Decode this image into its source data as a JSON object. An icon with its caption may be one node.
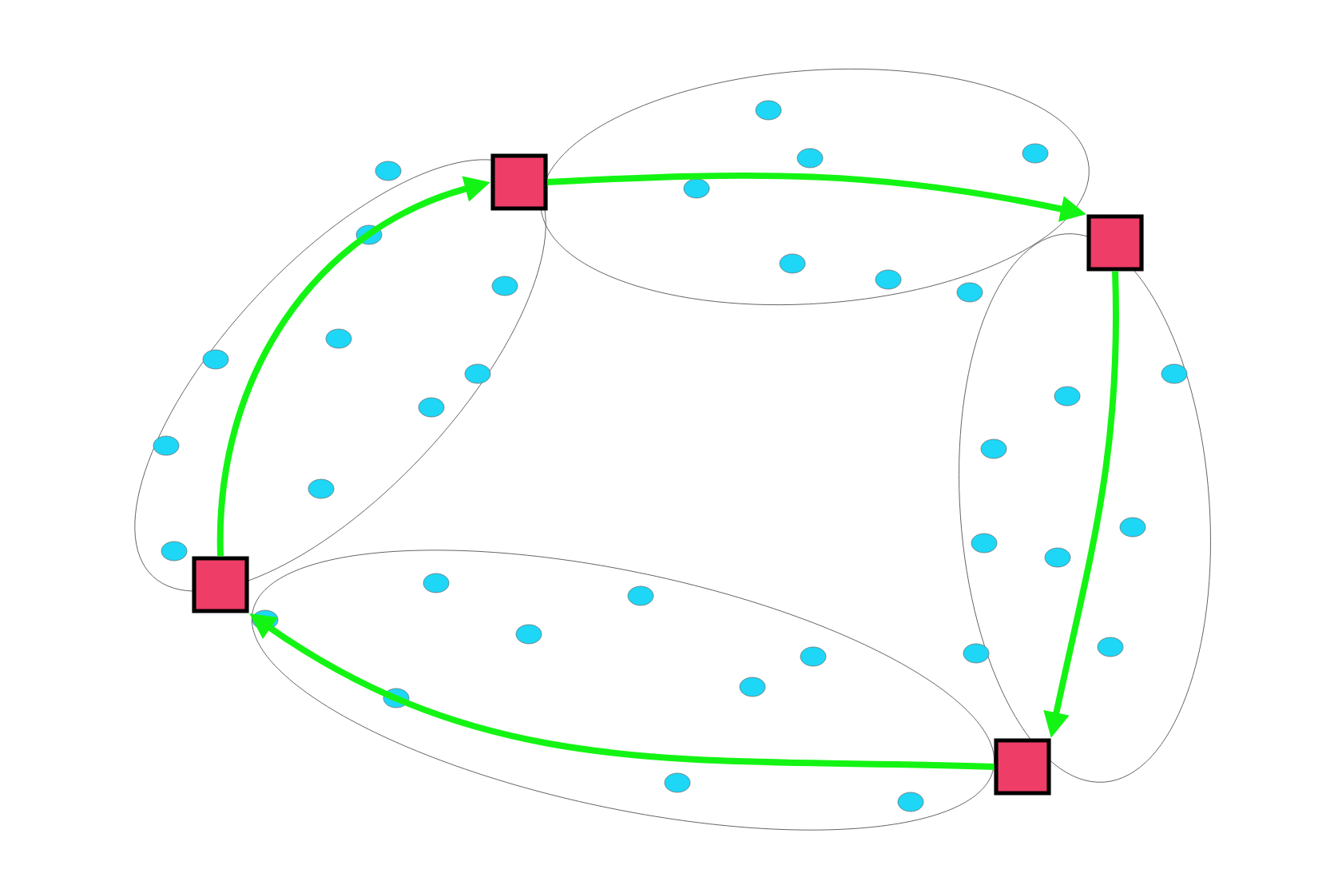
{
  "diagram": {
    "nodes": [
      {
        "text": [],
        "shape": "box"
      },
      {
        "text": [],
        "shape": "box"
      },
      {
        "text": [],
        "shape": "box"
      },
      {
        "text": [],
        "shape": "box"
      }
    ],
    "edges": [
      {
        "from": 1,
        "to": 3,
        "arrow": "to"
      },
      {
        "from": 3,
        "to": 2,
        "arrow": "to"
      },
      {
        "from": 2,
        "to": 0,
        "arrow": "to"
      },
      {
        "from": 0,
        "to": 1,
        "arrow": "to"
      }
    ]
  }
}
